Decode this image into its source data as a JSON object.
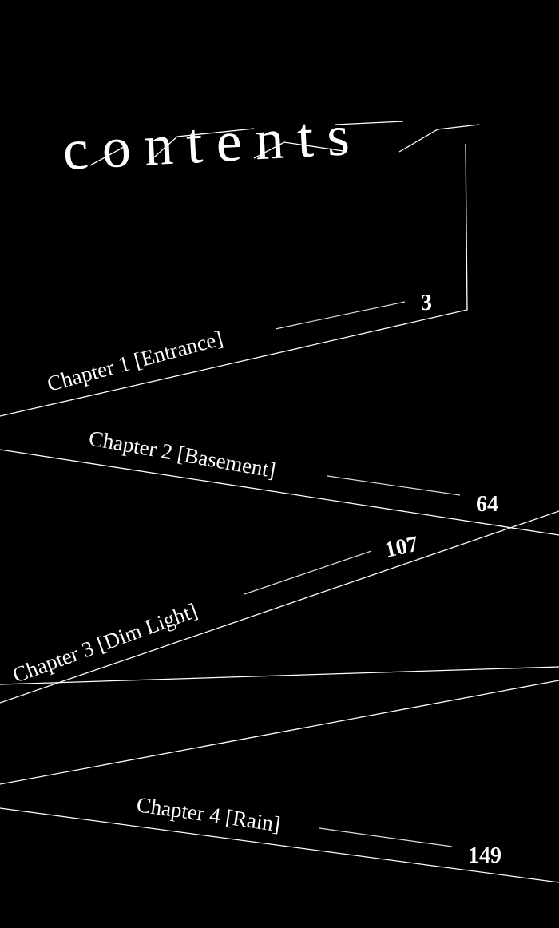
{
  "title": "contents",
  "chapters": [
    {
      "label": "Chapter 1 [Entrance]",
      "page": "3"
    },
    {
      "label": "Chapter 2 [Basement]",
      "page": "64"
    },
    {
      "label": "Chapter 3 [Dim Light]",
      "page": "107"
    },
    {
      "label": "Chapter 4 [Rain]",
      "page": "149"
    }
  ],
  "colors": {
    "background": "#000000",
    "text": "#ffffff"
  }
}
